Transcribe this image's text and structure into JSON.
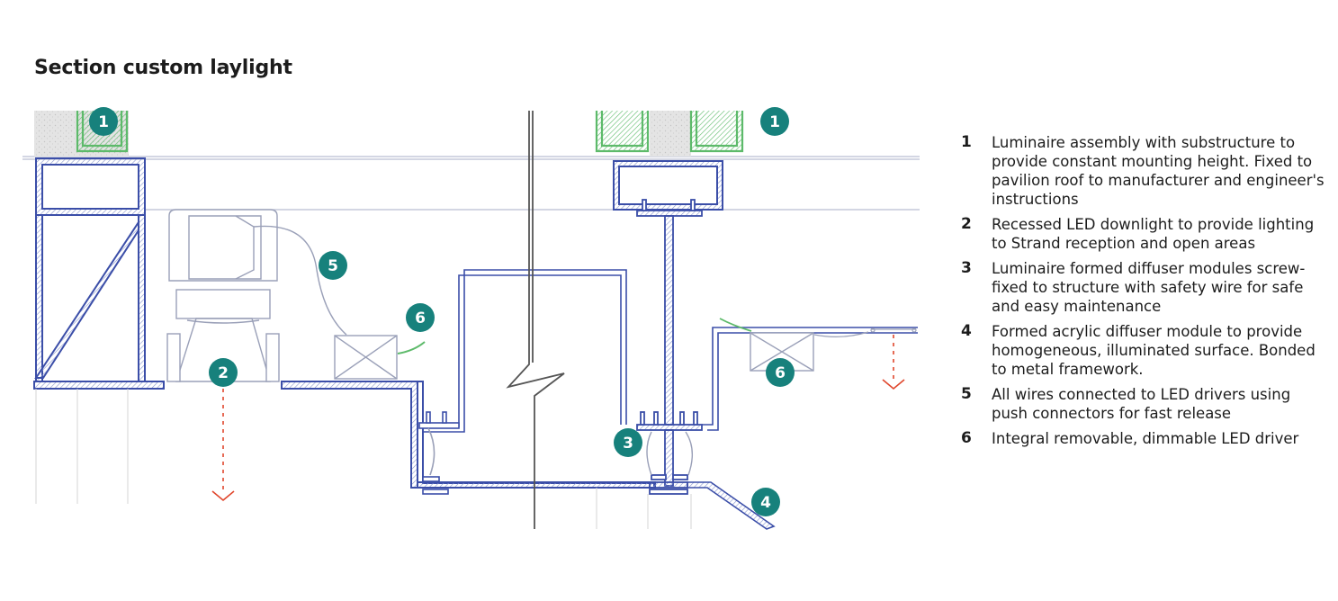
{
  "title": "Section custom laylight",
  "colors": {
    "steel": "#3b4ea8",
    "steel_hatch": "#8a97d0",
    "green": "#5dba6a",
    "badge": "#17817c",
    "arrow": "#e0462c",
    "grey": "#9a9a9a"
  },
  "markers": [
    {
      "id": "marker-1a",
      "label": "1"
    },
    {
      "id": "marker-1b",
      "label": "1"
    },
    {
      "id": "marker-2",
      "label": "2"
    },
    {
      "id": "marker-3",
      "label": "3"
    },
    {
      "id": "marker-4",
      "label": "4"
    },
    {
      "id": "marker-5",
      "label": "5"
    },
    {
      "id": "marker-6a",
      "label": "6"
    },
    {
      "id": "marker-6b",
      "label": "6"
    }
  ],
  "legend": [
    {
      "num": "1",
      "text": "Luminaire assembly with substructure to provide constant mounting height. Fixed to pavilion roof to manufacturer and engineer's instructions"
    },
    {
      "num": "2",
      "text": "Recessed LED downlight to provide lighting to Strand reception and open areas"
    },
    {
      "num": "3",
      "text": "Luminaire formed diffuser modules screw-fixed to structure with safety wire for safe and easy maintenance"
    },
    {
      "num": "4",
      "text": "Formed acrylic diffuser module to provide homogeneous, illuminated surface. Bonded to metal framework."
    },
    {
      "num": "5",
      "text": "All wires connected to LED drivers using push connectors for fast release"
    },
    {
      "num": "6",
      "text": "Integral removable, dimmable LED driver"
    }
  ]
}
